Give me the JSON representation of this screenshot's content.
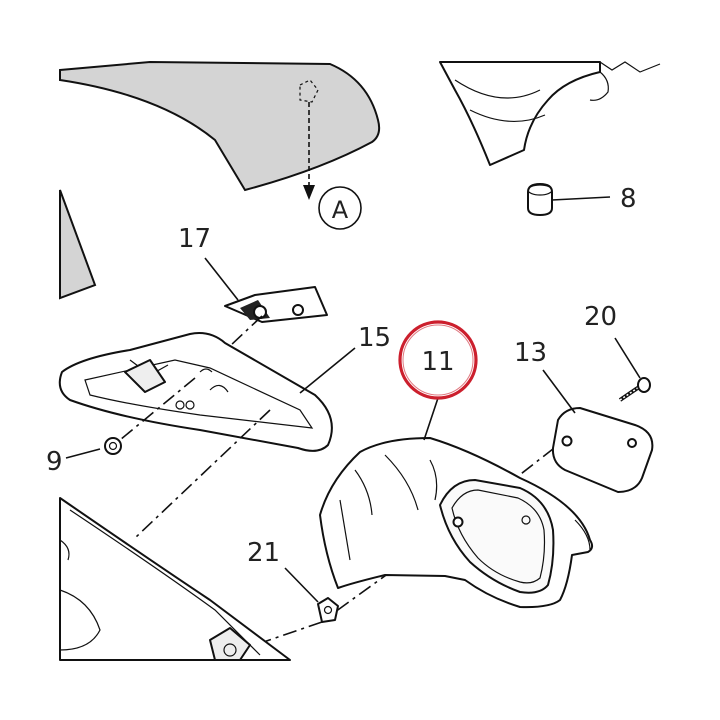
{
  "callouts": [
    {
      "id": "8",
      "label": "8"
    },
    {
      "id": "11",
      "label": "11",
      "highlighted": true,
      "highlight_color": "#cc1f2d"
    },
    {
      "id": "13",
      "label": "13"
    },
    {
      "id": "15",
      "label": "15"
    },
    {
      "id": "17",
      "label": "17"
    },
    {
      "id": "20",
      "label": "20"
    },
    {
      "id": "21",
      "label": "21"
    },
    {
      "id": "9",
      "label": "9"
    }
  ],
  "reference_marker": {
    "label": "A"
  },
  "colors": {
    "line": "#111111",
    "shade": "#d4d4d4",
    "highlight": "#cc1f2d"
  }
}
